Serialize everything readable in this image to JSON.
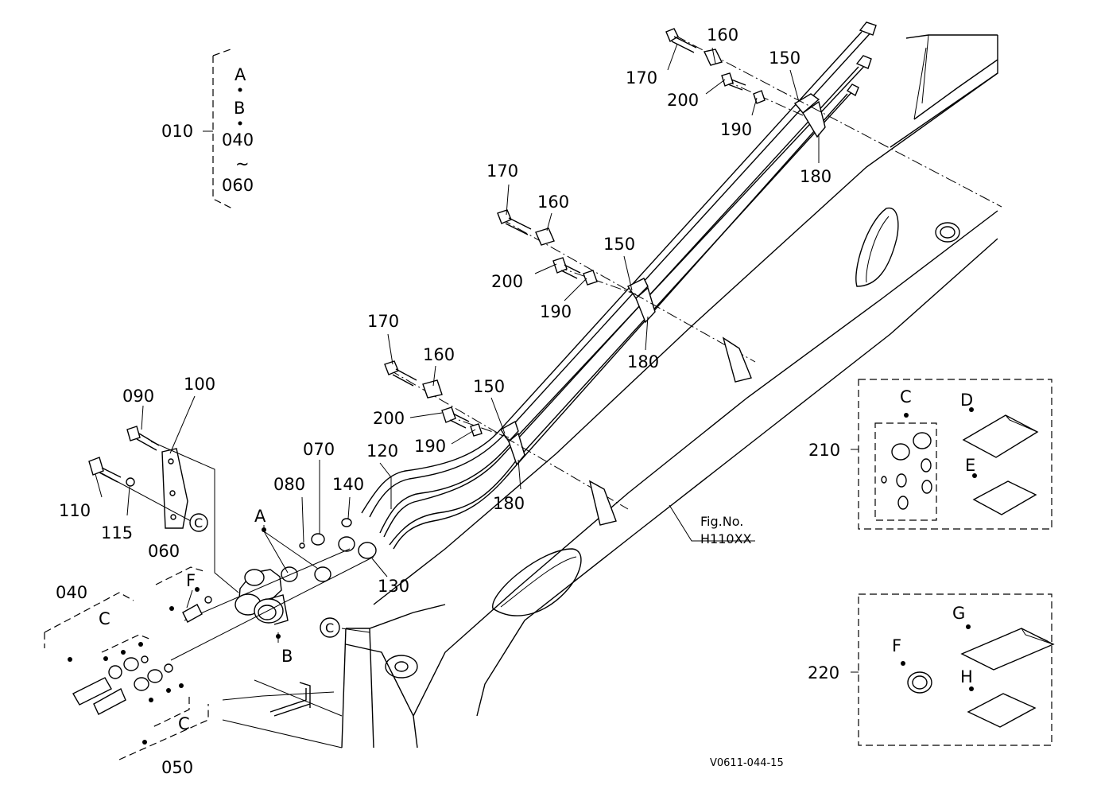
{
  "callouts": {
    "c010": "010",
    "bracket_a": "A",
    "bracket_b": "B",
    "bracket_040": "040",
    "bracket_tilde": "~",
    "bracket_060": "060",
    "c170_top": "170",
    "c160_top": "160",
    "c150_top": "150",
    "c200_top": "200",
    "c190_top": "190",
    "c180_top": "180",
    "c170_mid": "170",
    "c160_mid": "160",
    "c150_mid": "150",
    "c200_mid": "200",
    "c190_mid": "190",
    "c180_mid": "180",
    "c170_low": "170",
    "c160_low": "160",
    "c150_low": "150",
    "c200_low": "200",
    "c190_low": "190",
    "c180_low": "180",
    "c090": "090",
    "c100": "100",
    "c110": "110",
    "c115": "115",
    "c070": "070",
    "c120": "120",
    "c080": "080",
    "c140": "140",
    "cA": "A",
    "c130": "130",
    "c060": "060",
    "cF": "F",
    "cB": "B",
    "c040": "040",
    "cC_left": "C",
    "cC_left2": "C",
    "c050": "050",
    "circC_plate": "C",
    "circC_boom": "C"
  },
  "kits": {
    "kit210": {
      "number": "210",
      "labels": [
        "C",
        "D",
        "E"
      ]
    },
    "kit220": {
      "number": "220",
      "labels": [
        "F",
        "G",
        "H"
      ]
    }
  },
  "figure": {
    "fig_label": "Fig.No.",
    "fig_number": "H110XX",
    "drawing_code": "V0611-044-15"
  }
}
